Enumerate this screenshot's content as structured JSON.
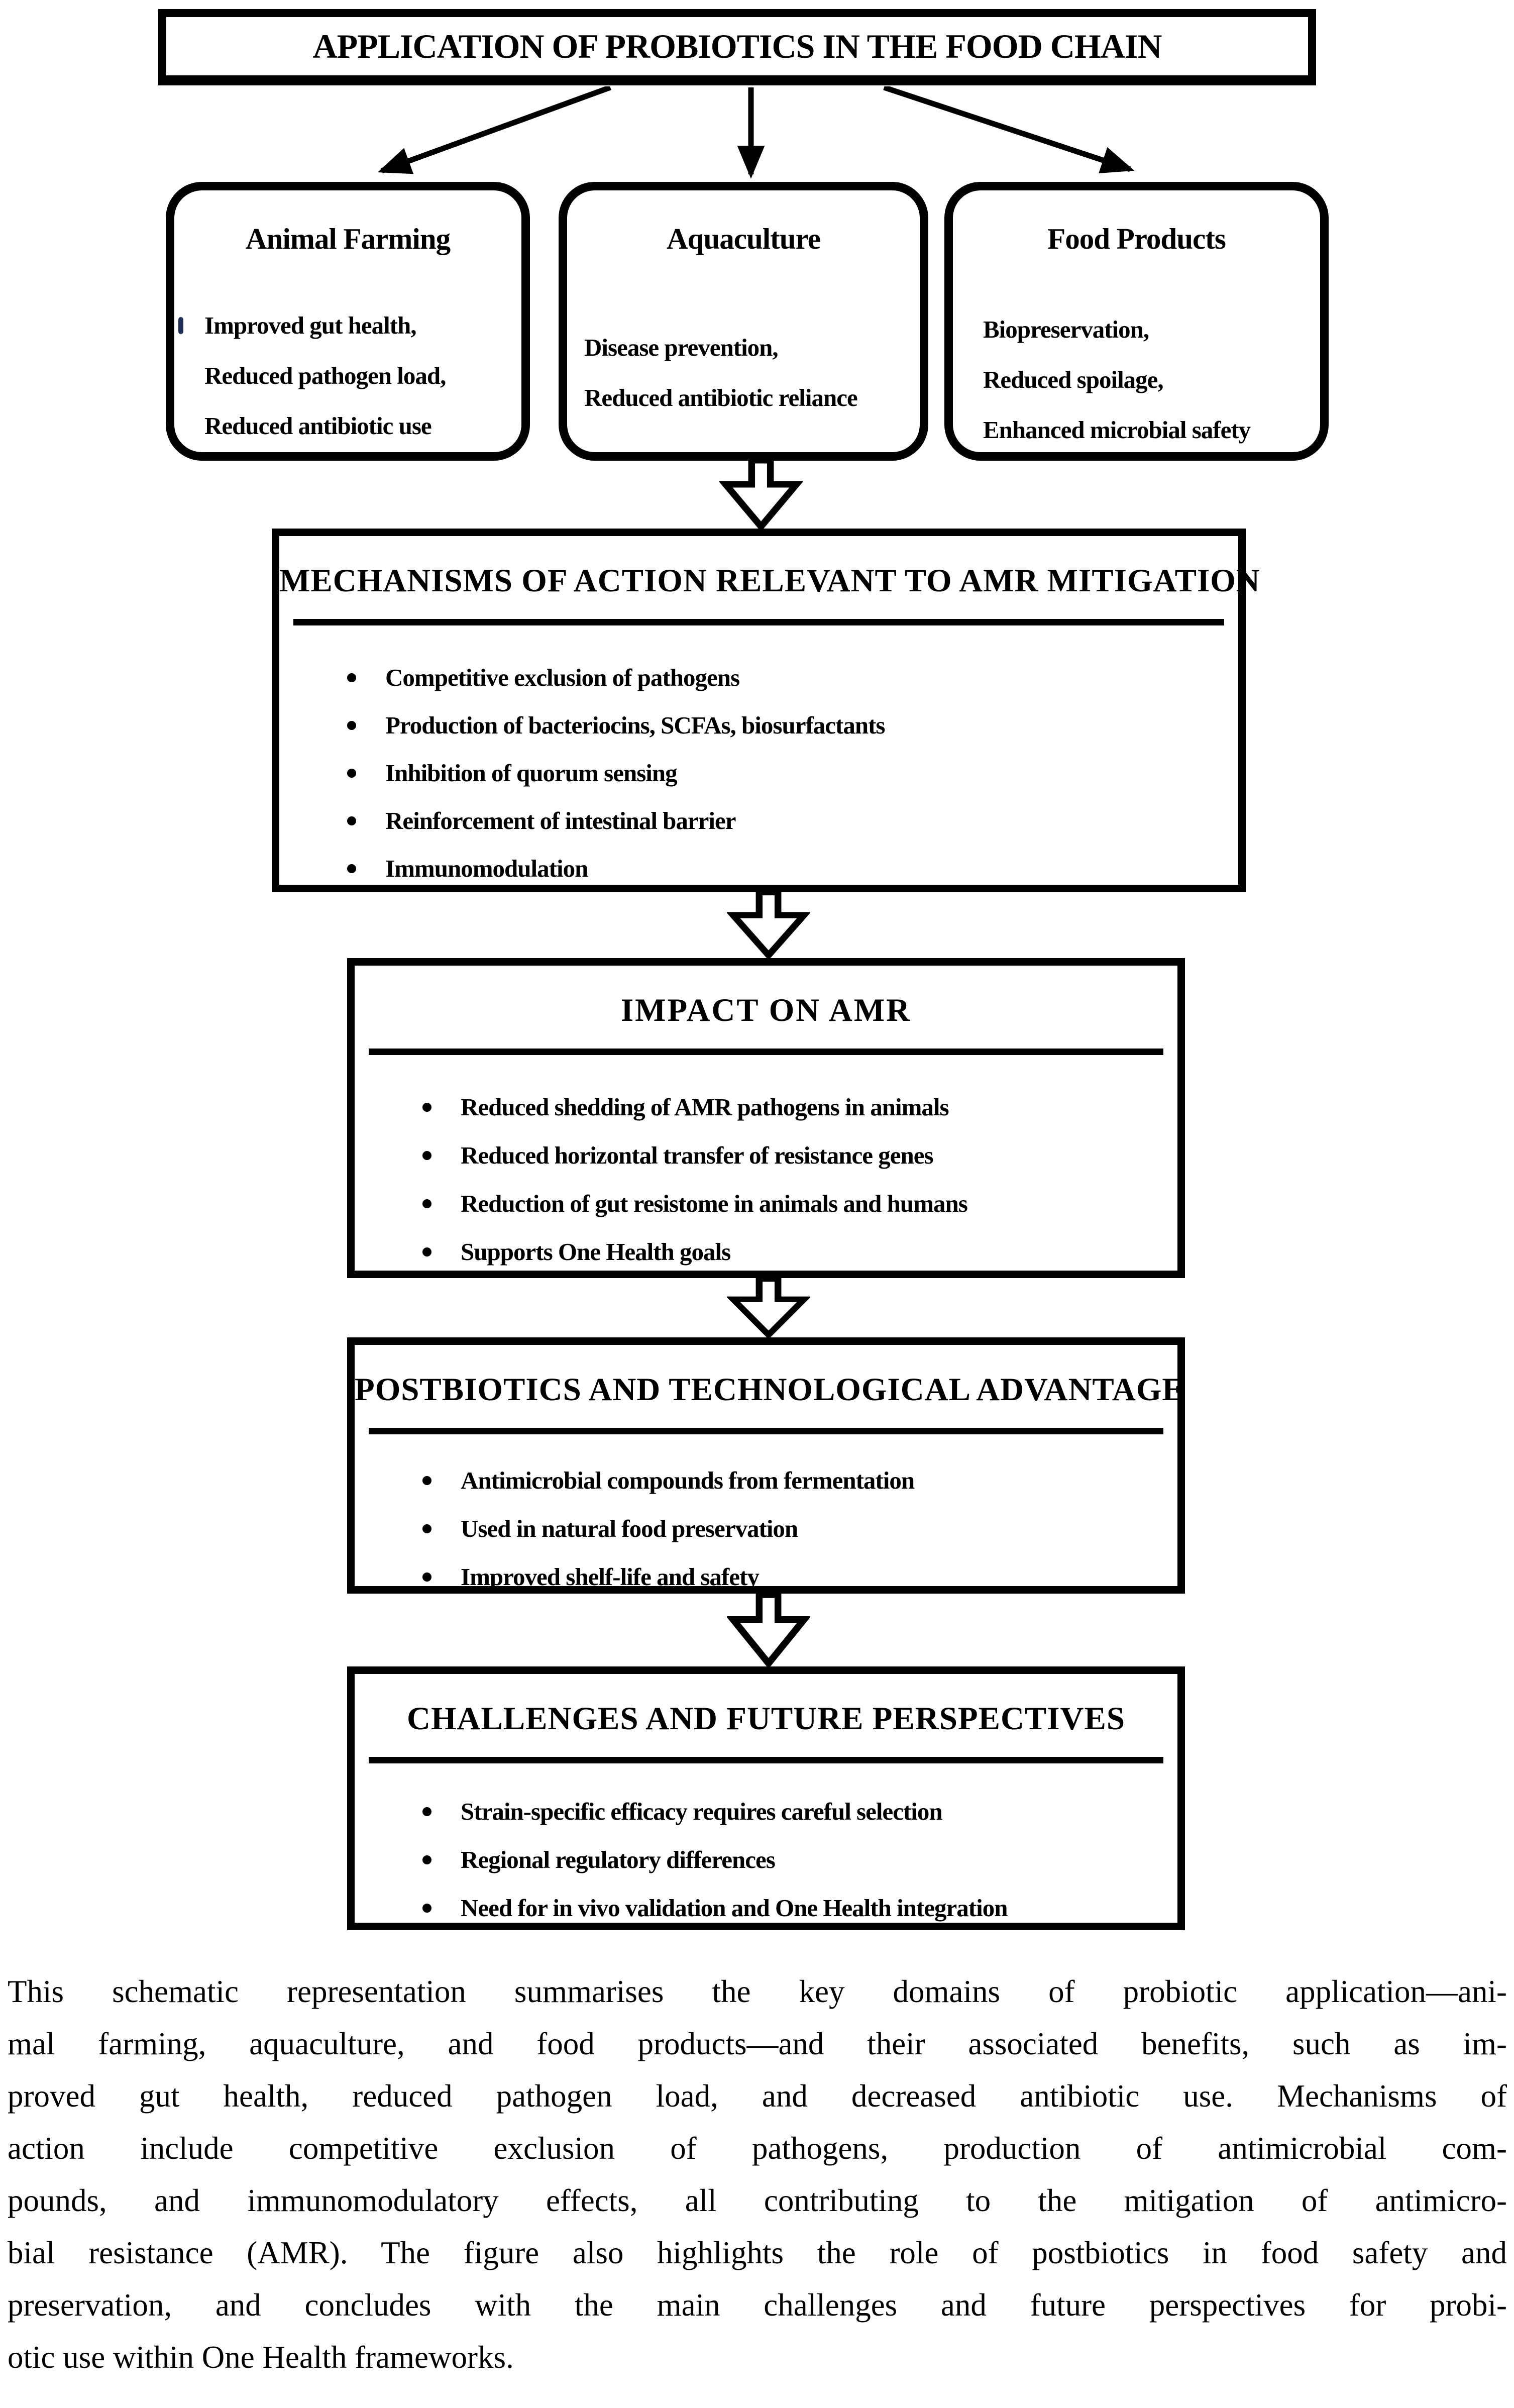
{
  "colors": {
    "ink": "#000000",
    "paper": "#ffffff"
  },
  "figure": {
    "title": "APPLICATION OF PROBIOTICS IN THE FOOD CHAIN",
    "domains": [
      {
        "title": "Animal Farming",
        "lines": [
          "Improved gut health,",
          "Reduced pathogen load,",
          "Reduced antibiotic use"
        ]
      },
      {
        "title": "Aquaculture",
        "lines": [
          "Disease prevention,",
          "Reduced antibiotic reliance"
        ]
      },
      {
        "title": "Food Products",
        "lines": [
          "Biopreservation,",
          "Reduced spoilage,",
          "Enhanced microbial safety"
        ]
      }
    ],
    "sections": [
      {
        "title": "MECHANISMS OF ACTION RELEVANT TO AMR MITIGATION",
        "bullets": [
          "Competitive exclusion of pathogens",
          "Production of bacteriocins, SCFAs, biosurfactants",
          "Inhibition of quorum sensing",
          "Reinforcement of intestinal barrier",
          "Immunomodulation"
        ]
      },
      {
        "title": "IMPACT ON AMR",
        "bullets": [
          "Reduced shedding of AMR pathogens in animals",
          "Reduced horizontal transfer of resistance genes",
          "Reduction of gut resistome in animals and humans",
          "Supports One Health goals"
        ]
      },
      {
        "title": "POSTBIOTICS AND TECHNOLOGICAL ADVANTAGE",
        "bullets": [
          "Antimicrobial compounds from fermentation",
          "Used in natural food preservation",
          "Improved shelf-life and safety"
        ]
      },
      {
        "title": "CHALLENGES AND FUTURE PERSPECTIVES",
        "bullets": [
          "Strain-specific efficacy requires careful selection",
          "Regional regulatory differences",
          "Need for in vivo validation and One Health integration"
        ]
      }
    ]
  },
  "caption": {
    "lines": [
      "This schematic representation summarises the key domains of probiotic application—ani-",
      "mal farming, aquaculture, and food products—and their associated benefits, such as im-",
      "proved gut health, reduced pathogen load, and decreased antibiotic use. Mechanisms of",
      "action include competitive exclusion of pathogens, production of antimicrobial com-",
      "pounds, and immunomodulatory effects, all contributing to the mitigation of antimicro-",
      "bial resistance (AMR). The figure also highlights the role of postbiotics in food safety and",
      "preservation, and concludes with the main challenges and future perspectives for probi-",
      "otic use within One Health frameworks."
    ]
  }
}
